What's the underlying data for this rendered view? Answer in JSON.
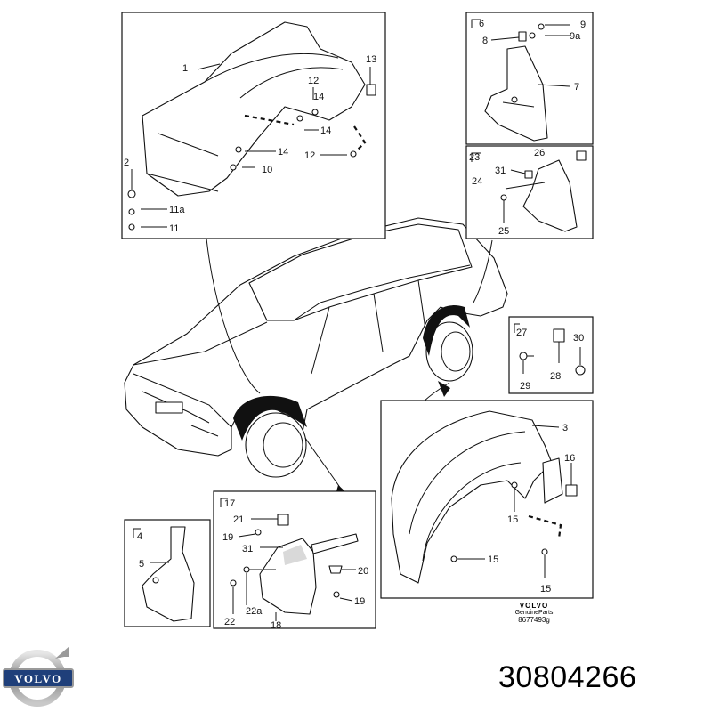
{
  "labels": {
    "fw1": "1",
    "fw2": "2",
    "fw10": "10",
    "fw11": "11",
    "fw11a": "11a",
    "fw12a": "12",
    "fw12b": "12",
    "fw13": "13",
    "fw14a": "14",
    "fw14b": "14",
    "fw14c": "14",
    "m6": "6",
    "m7": "7",
    "m8": "8",
    "m9": "9",
    "m9a": "9a",
    "m23": "23",
    "m24": "24",
    "m25": "25",
    "m26": "26",
    "m31": "31",
    "k27": "27",
    "k28": "28",
    "k29": "29",
    "k30": "30",
    "rw3": "3",
    "rw15a": "15",
    "rw15b": "15",
    "rw15c": "15",
    "rw16": "16",
    "f4": "4",
    "f5": "5",
    "g17": "17",
    "g18": "18",
    "g19a": "19",
    "g19b": "19",
    "g20": "20",
    "g21": "21",
    "g22": "22",
    "g22a": "22a",
    "g31": "31"
  },
  "genuine_parts": {
    "brand": "VOLVO",
    "text": "GenuineParts",
    "code": "8677493g"
  },
  "logo_text": "VOLVO",
  "part_number": "30804266",
  "icons": [
    "volvo-logo-icon",
    "car-outline-icon"
  ]
}
